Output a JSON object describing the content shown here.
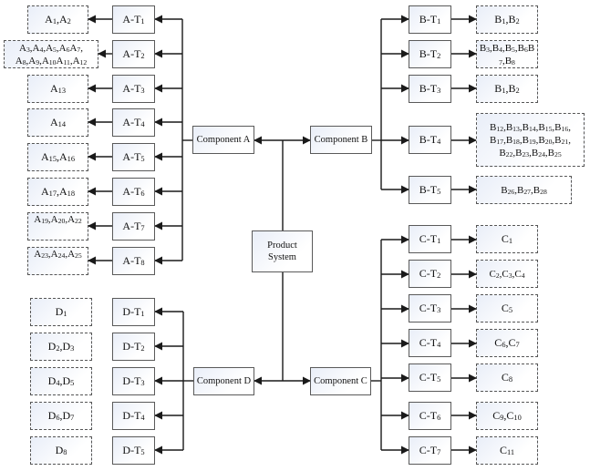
{
  "diagram": {
    "root": {
      "id": "product-system",
      "label": "Product System"
    },
    "components": [
      {
        "id": "A",
        "label": "Component A",
        "tasks": [
          {
            "label": "A-T1",
            "items": "A1,A2"
          },
          {
            "label": "A-T2",
            "items": "A3,A4,A5,A6A7, A8,A9,A10A11,A12"
          },
          {
            "label": "A-T3",
            "items": "A13"
          },
          {
            "label": "A-T4",
            "items": "A14"
          },
          {
            "label": "A-T5",
            "items": "A15,A16"
          },
          {
            "label": "A-T6",
            "items": "A17,A18"
          },
          {
            "label": "A-T7",
            "items": "A19,A20,A22"
          },
          {
            "label": "A-T8",
            "items": "A23,A24,A25"
          }
        ]
      },
      {
        "id": "B",
        "label": "Component B",
        "tasks": [
          {
            "label": "B-T1",
            "items": "B1,B2"
          },
          {
            "label": "B-T2",
            "items": "B3,B4,B5,B6B7,B8"
          },
          {
            "label": "B-T3",
            "items": "B1,B2"
          },
          {
            "label": "B-T4",
            "items": "B12,B13,B14,B15,B16, B17,B18,B19,B20,B21, B22,B23,B24,B25"
          },
          {
            "label": "B-T5",
            "items": "B26,B27,B28"
          }
        ]
      },
      {
        "id": "C",
        "label": "Component C",
        "tasks": [
          {
            "label": "C-T1",
            "items": "C1"
          },
          {
            "label": "C-T2",
            "items": "C2,C3,C4"
          },
          {
            "label": "C-T3",
            "items": "C5"
          },
          {
            "label": "C-T4",
            "items": "C6,C7"
          },
          {
            "label": "C-T5",
            "items": "C8"
          },
          {
            "label": "C-T6",
            "items": "C9,C10"
          },
          {
            "label": "C-T7",
            "items": "C11"
          }
        ]
      },
      {
        "id": "D",
        "label": "Component D",
        "tasks": [
          {
            "label": "D-T1",
            "items": "D1"
          },
          {
            "label": "D-T2",
            "items": "D2,D3"
          },
          {
            "label": "D-T3",
            "items": "D4,D5"
          },
          {
            "label": "D-T4",
            "items": "D6,D7"
          },
          {
            "label": "D-T5",
            "items": "D8"
          }
        ]
      }
    ],
    "colors": {
      "line": "#1a1a1a",
      "box_border": "#5a5a5a",
      "box_fill_start": "#e9eef8",
      "box_fill_end": "#ffffff"
    }
  }
}
